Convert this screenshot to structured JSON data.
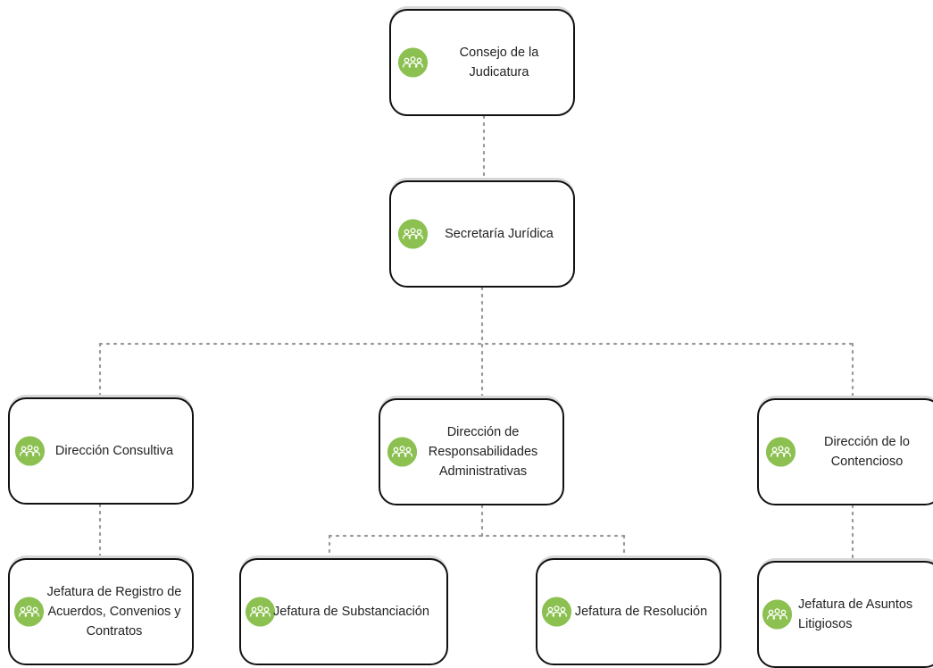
{
  "org_chart": {
    "icon": "people-group-icon",
    "icon_color": "#8cc152",
    "border_color": "#111111",
    "connector_color": "#9a9a9a",
    "nodes": {
      "consejo": {
        "label": "Consejo de la\nJudicatura"
      },
      "secretaria": {
        "label": "Secretaría Jurídica"
      },
      "consultiva": {
        "label": "Dirección Consultiva"
      },
      "responsabilidades": {
        "label": "Dirección de\nResponsabilidades\nAdministrativas"
      },
      "contencioso": {
        "label": "Dirección de lo\nContencioso"
      },
      "registro": {
        "label": "Jefatura de Registro de\nAcuerdos, Convenios y\nContratos"
      },
      "substanciacion": {
        "label": "Jefatura de Substanciación"
      },
      "resolucion": {
        "label": "Jefatura de Resolución"
      },
      "litigiosos": {
        "label": "Jefatura de Asuntos\nLitigiosos"
      }
    }
  }
}
